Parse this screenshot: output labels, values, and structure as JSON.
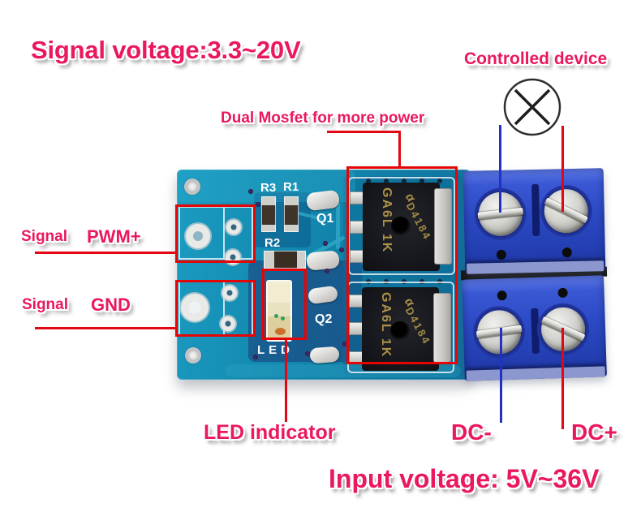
{
  "labels": {
    "title": "Signal voltage:3.3~20V",
    "controlled_device": "Controlled device",
    "dual_mosfet": "Dual Mosfet for more power",
    "signal_pwm_prefix": "Signal",
    "signal_pwm_value": "PWM+",
    "signal_gnd_prefix": "Signal",
    "signal_gnd_value": "GND",
    "led_indicator": "LED indicator",
    "dc_minus": "DC-",
    "dc_plus": "DC+",
    "input_voltage": "Input voltage: 5V~36V"
  },
  "board": {
    "silkscreen": {
      "r3": "R3",
      "r1": "R1",
      "r2": "R2",
      "q1": "Q1",
      "q2": "Q2",
      "led": "LED"
    },
    "mosfets": [
      {
        "side_marking": "GA6L 1K",
        "part_number": "D4184",
        "logo_glyph": "α"
      },
      {
        "side_marking": "GA6L 1K",
        "part_number": "D4184",
        "logo_glyph": "α"
      }
    ]
  },
  "colors": {
    "label_pink": "#ea185c",
    "annotation_red": "#e60505",
    "annotation_blue": "#2231c4",
    "pcb_blue": "#1590b6",
    "terminal_block_blue": "#2b49c0",
    "mosfet_marking_gold": "#ab9148"
  }
}
